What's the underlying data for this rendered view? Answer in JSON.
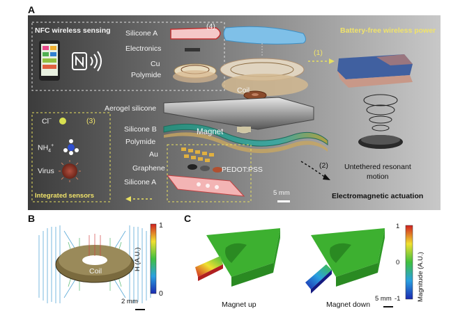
{
  "panels": {
    "a": "A",
    "b": "B",
    "c": "C"
  },
  "panel_a": {
    "nfc_title": "NFC wireless sensing",
    "battery_free": "Battery-free wireless power",
    "layers": {
      "silicone_a_top": "Silicone A",
      "electronics": "Electronics",
      "cu": "Cu",
      "polymide_top": "Polymide",
      "aerogel": "Aerogel silicone",
      "silicone_b": "Silicone B",
      "polymide_mid": "Polymide",
      "au": "Au",
      "graphene": "Graphene",
      "silicone_a_bottom": "Silicone A"
    },
    "labels": {
      "coil": "Coil",
      "magnet": "Magnet",
      "pedot": "PEDOT:PSS",
      "step4": "(4)",
      "step1": "(1)",
      "step2": "(2)",
      "step3": "(3)",
      "ion_cl": "Cl",
      "ion_cl_sup": "−",
      "ion_nh": "NH",
      "ion_nh_sub": "4",
      "ion_nh_sup": "+",
      "virus": "Virus",
      "integrated": "Integrated sensors",
      "untethered_1": "Untethered resonant",
      "untethered_2": "motion",
      "em_actuation": "Electromagnetic actuation",
      "scale": "5 mm"
    }
  },
  "panel_b": {
    "coil": "Coil",
    "colorbar_title": "H (A.U.)",
    "tick_max": "1",
    "tick_min": "0",
    "scale": "2 mm"
  },
  "panel_c": {
    "magnet_up": "Magnet up",
    "magnet_down": "Magnet down",
    "scale": "5 mm",
    "colorbar_title": "Magnitude (A.U.)",
    "ticks": [
      "1",
      "0",
      "-1"
    ]
  }
}
